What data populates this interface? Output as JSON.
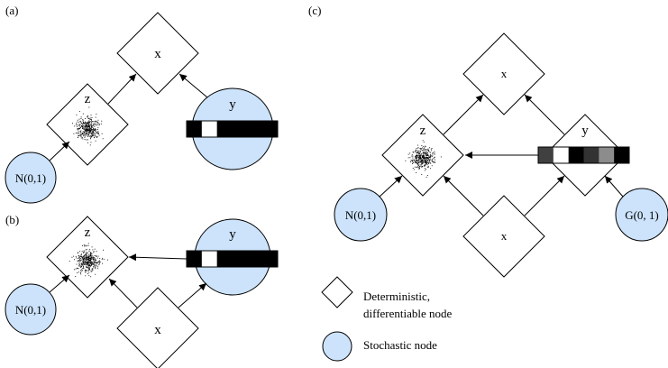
{
  "panels": {
    "a": "(a)",
    "b": "(b)",
    "c": "(c)"
  },
  "labels": {
    "x": "x",
    "y": "y",
    "z": "z",
    "normal": "N(0,1)",
    "gumbel": "G(0, 1)"
  },
  "legend": {
    "deterministic_line1": "Deterministic,",
    "deterministic_line2": "differentiable node",
    "stochastic": "Stochastic node"
  },
  "colors": {
    "stochastic_fill": "#cce3fb",
    "onehot_on": "#ffffff",
    "onehot_off": "#000000"
  },
  "onehot_a": [
    1,
    0,
    1,
    1,
    1,
    1
  ],
  "onehot_b": [
    1,
    0,
    1,
    1,
    1,
    1
  ],
  "softmax_c": [
    0.75,
    0.0,
    1.0,
    0.8,
    0.45,
    1.0
  ]
}
